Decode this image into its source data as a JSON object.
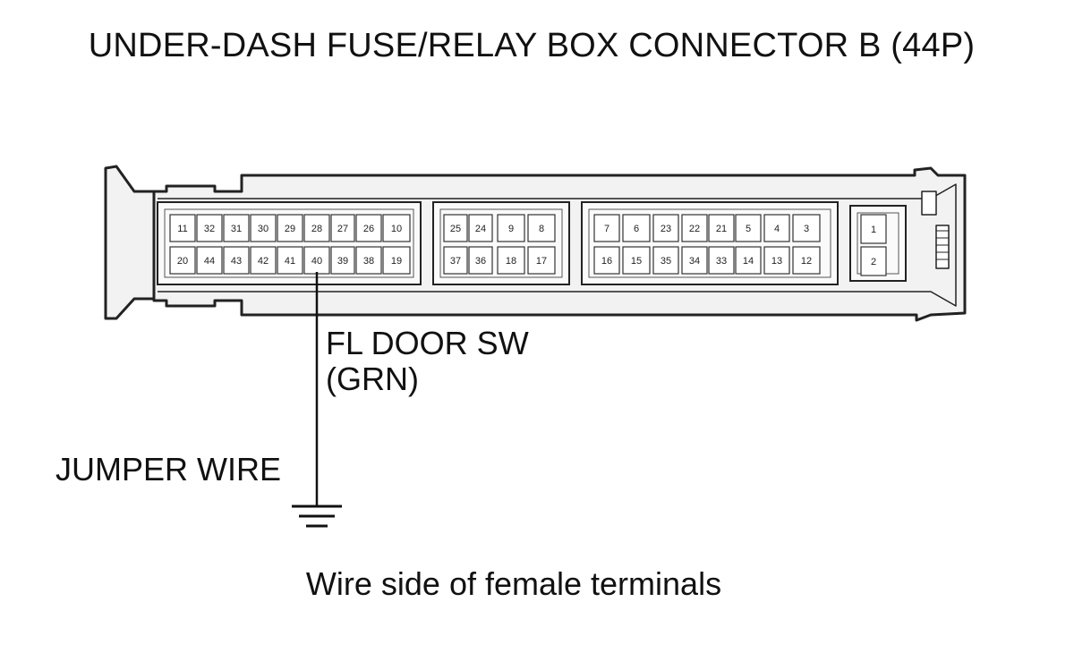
{
  "title": "UNDER-DASH FUSE/RELAY BOX CONNECTOR B (44P)",
  "wire_label_line1": "FL DOOR SW",
  "wire_label_line2": "(GRN)",
  "jumper_label": "JUMPER WIRE",
  "footer": "Wire side of female terminals",
  "connector": {
    "groups": [
      {
        "name": "group-a",
        "top": [
          "11",
          "32",
          "31",
          "30",
          "29",
          "28",
          "27",
          "26",
          "10"
        ],
        "bottom": [
          "20",
          "44",
          "43",
          "42",
          "41",
          "40",
          "39",
          "38",
          "19"
        ]
      },
      {
        "name": "group-b",
        "top": [
          "25",
          "24",
          "9",
          "8"
        ],
        "bottom": [
          "37",
          "36",
          "18",
          "17"
        ]
      },
      {
        "name": "group-c",
        "top": [
          "7",
          "6",
          "23",
          "22",
          "21",
          "5",
          "4",
          "3"
        ],
        "bottom": [
          "16",
          "15",
          "35",
          "34",
          "33",
          "14",
          "13",
          "12"
        ]
      },
      {
        "name": "group-d",
        "top": [
          "1"
        ],
        "bottom": [
          "2"
        ]
      }
    ],
    "probed_terminal": "40"
  },
  "colors": {
    "line": "#222222",
    "housing_fill": "#f2f2f2",
    "cell_fill": "#ffffff"
  }
}
